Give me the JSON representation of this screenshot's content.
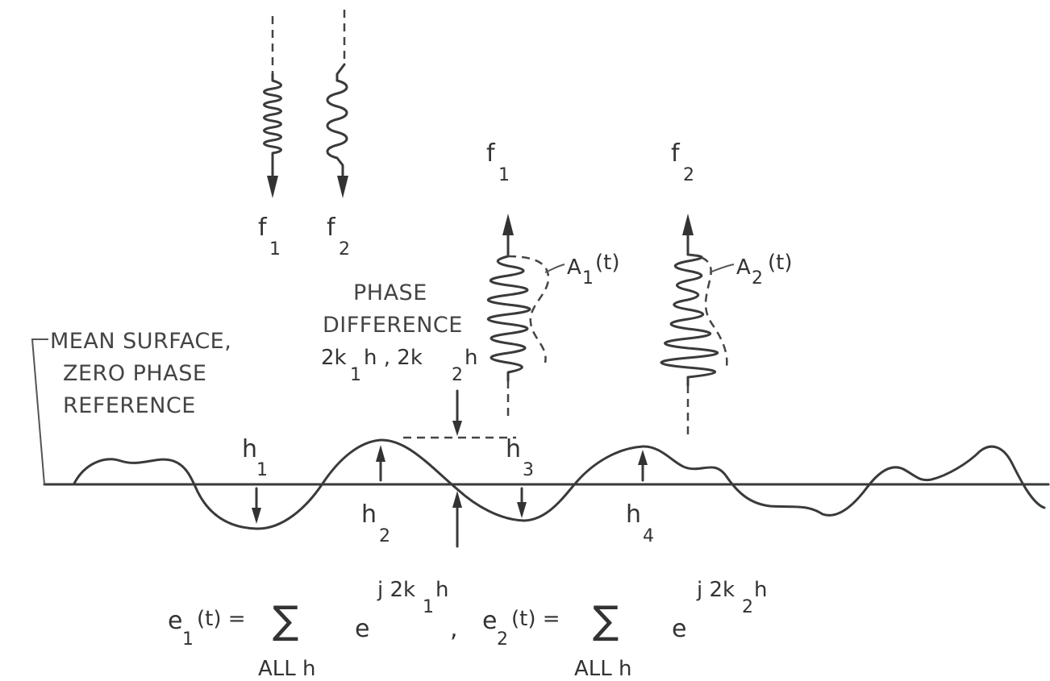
{
  "labels": {
    "incident_f1_sym": "f",
    "incident_f1_sub": "1",
    "incident_f2_sym": "f",
    "incident_f2_sub": "2",
    "return_f1_sym": "f",
    "return_f1_sub": "1",
    "return_f2_sym": "f",
    "return_f2_sub": "2",
    "a1_sym": "A",
    "a1_sub": "1",
    "a1_arg": "(t)",
    "a2_sym": "A",
    "a2_sub": "2",
    "a2_arg": "(t)",
    "mean_surface_line1": "MEAN SURFACE,",
    "mean_surface_line2": "ZERO PHASE",
    "mean_surface_line3": "REFERENCE",
    "phase_line1": "PHASE",
    "phase_line2": "DIFFERENCE",
    "phase_2k1": "2k",
    "phase_2k1_sub": "1",
    "phase_h_comma": "h , 2k",
    "phase_2k2_sub": "2",
    "phase_h_end": "h",
    "h1": "h",
    "h1_sub": "1",
    "h2": "h",
    "h2_sub": "2",
    "h3": "h",
    "h3_sub": "3",
    "h4": "h",
    "h4_sub": "4"
  },
  "equation": {
    "e1": "e",
    "e1_sub": "1",
    "e1_arg": "(t) =",
    "sum": "∑",
    "all_h": "ALL h",
    "exp_base": "e",
    "exp1_j2k": "j 2k",
    "exp1_sub": "1",
    "exp1_h": "h",
    "comma": ",",
    "e2": "e",
    "e2_sub": "2",
    "e2_arg": "(t) =",
    "exp2_j2k": "j 2k",
    "exp2_sub": "2",
    "exp2_h": "h"
  }
}
